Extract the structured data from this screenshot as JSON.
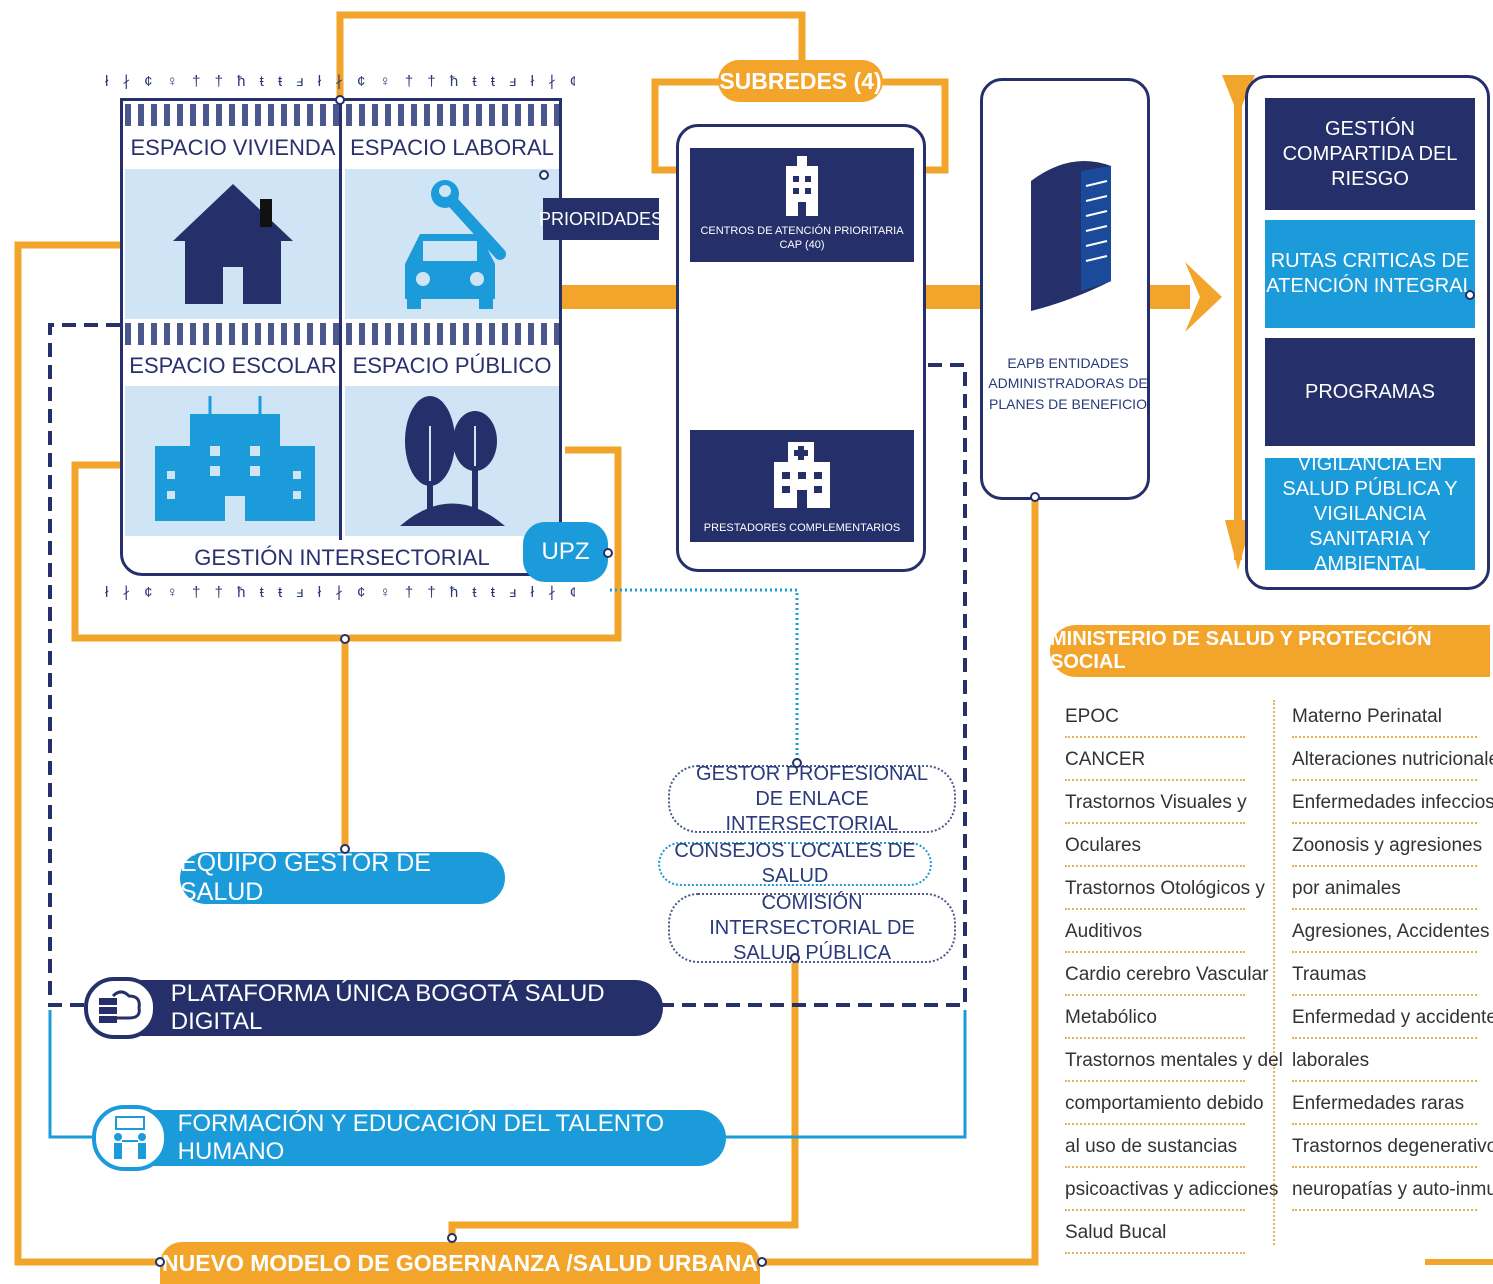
{
  "spaces": {
    "vivienda": "ESPACIO VIVIENDA",
    "laboral": "ESPACIO LABORAL",
    "escolar": "ESPACIO ESCOLAR",
    "publico": "ESPACIO PÚBLICO",
    "gestion": "GESTIÓN INTERSECTORIAL",
    "upz": "UPZ"
  },
  "prioridades": "PRIORIDADES",
  "subredes": "SUBREDES (4)",
  "centers": {
    "cap": "CENTROS DE ATENCIÓN PRIORITARIA CAP (40)",
    "prestadores": "PRESTADORES COMPLEMENTARIOS"
  },
  "eapb": "EAPB ENTIDADES ADMINISTRADORAS DE PLANES DE BENEFICIO",
  "right_boxes": [
    "GESTIÓN COMPARTIDA DEL RIESGO",
    "RUTAS CRITICAS DE ATENCIÓN INTEGRAL",
    "PROGRAMAS",
    "VIGILANCIA EN SALUD PÚBLICA Y VIGILANCIA SANITARIA Y AMBIENTAL"
  ],
  "ministerio": "MINISTERIO DE SALUD Y PROTECCIÓN SOCIAL",
  "list_left": [
    "EPOC",
    "CANCER",
    "Trastornos Visuales y",
    "Oculares",
    "Trastornos Otológicos y",
    "Auditivos",
    "Cardio cerebro Vascular",
    "Metabólico",
    "Trastornos mentales y del",
    "comportamiento debido",
    "al uso de sustancias",
    "psicoactivas y adicciones",
    "Salud Bucal"
  ],
  "list_right": [
    "Materno Perinatal",
    "Alteraciones nutricionales",
    "Enfermedades infecciosas",
    "Zoonosis y agresiones",
    "por animales",
    "Agresiones, Accidentes y",
    "Traumas",
    "Enfermedad y accidentes",
    "laborales",
    "Enfermedades raras",
    "Trastornos degenerativos,",
    "neuropatías  y auto-inmunes"
  ],
  "equipo": "EQUIPO GESTOR DE SALUD",
  "gestor": "GESTOR PROFESIONAL DE ENLACE INTERSECTORIAL",
  "consejos": "CONSEJOS LOCALES DE SALUD",
  "comision": "COMISIÓN INTERSECTORIAL DE SALUD PÚBLICA",
  "plataforma": "PLATAFORMA ÚNICA BOGOTÁ SALUD DIGITAL",
  "formacion": "FORMACIÓN Y EDUCACIÓN DEL TALENTO HUMANO",
  "gobernanza": "NUEVO MODELO DE GOBERNANZA /SALUD URBANA",
  "colors": {
    "orange": "#f2a52a",
    "navy": "#25306a",
    "cyan": "#1b9bd9",
    "light": "#cfe4f5"
  }
}
